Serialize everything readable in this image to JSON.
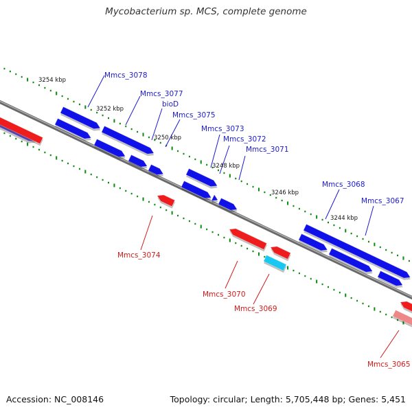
{
  "title": "Mycobacterium sp. MCS, complete genome",
  "footer": {
    "accession": "Accession: NC_008146",
    "info": "Topology: circular; Length: 5,705,448 bp; Genes: 5,451"
  },
  "colors": {
    "forward_gene": "#1010e8",
    "forward_gene_light": "#6a5ad0",
    "reverse_gene": "#ee1c1c",
    "reverse_gene_light": "#ee8888",
    "rna_gene": "#18c8f0",
    "backbone": "#808080",
    "tick": "#0a8a0a",
    "forward_label": "#1a1ad0",
    "reverse_label": "#d01a1a"
  },
  "scale_labels": [
    "3254 kbp",
    "3252 kbp",
    "3250 kbp",
    "3248 kbp",
    "3246 kbp",
    "3244 kbp"
  ],
  "forward_labels": [
    "Mmcs_3078",
    "Mmcs_3077",
    "bioD",
    "Mmcs_3075",
    "Mmcs_3073",
    "Mmcs_3072",
    "Mmcs_3071",
    "Mmcs_3068",
    "Mmcs_3067"
  ],
  "reverse_labels": [
    "Mmcs_3074",
    "Mmcs_3070",
    "Mmcs_3069",
    "Mmcs_3065"
  ]
}
